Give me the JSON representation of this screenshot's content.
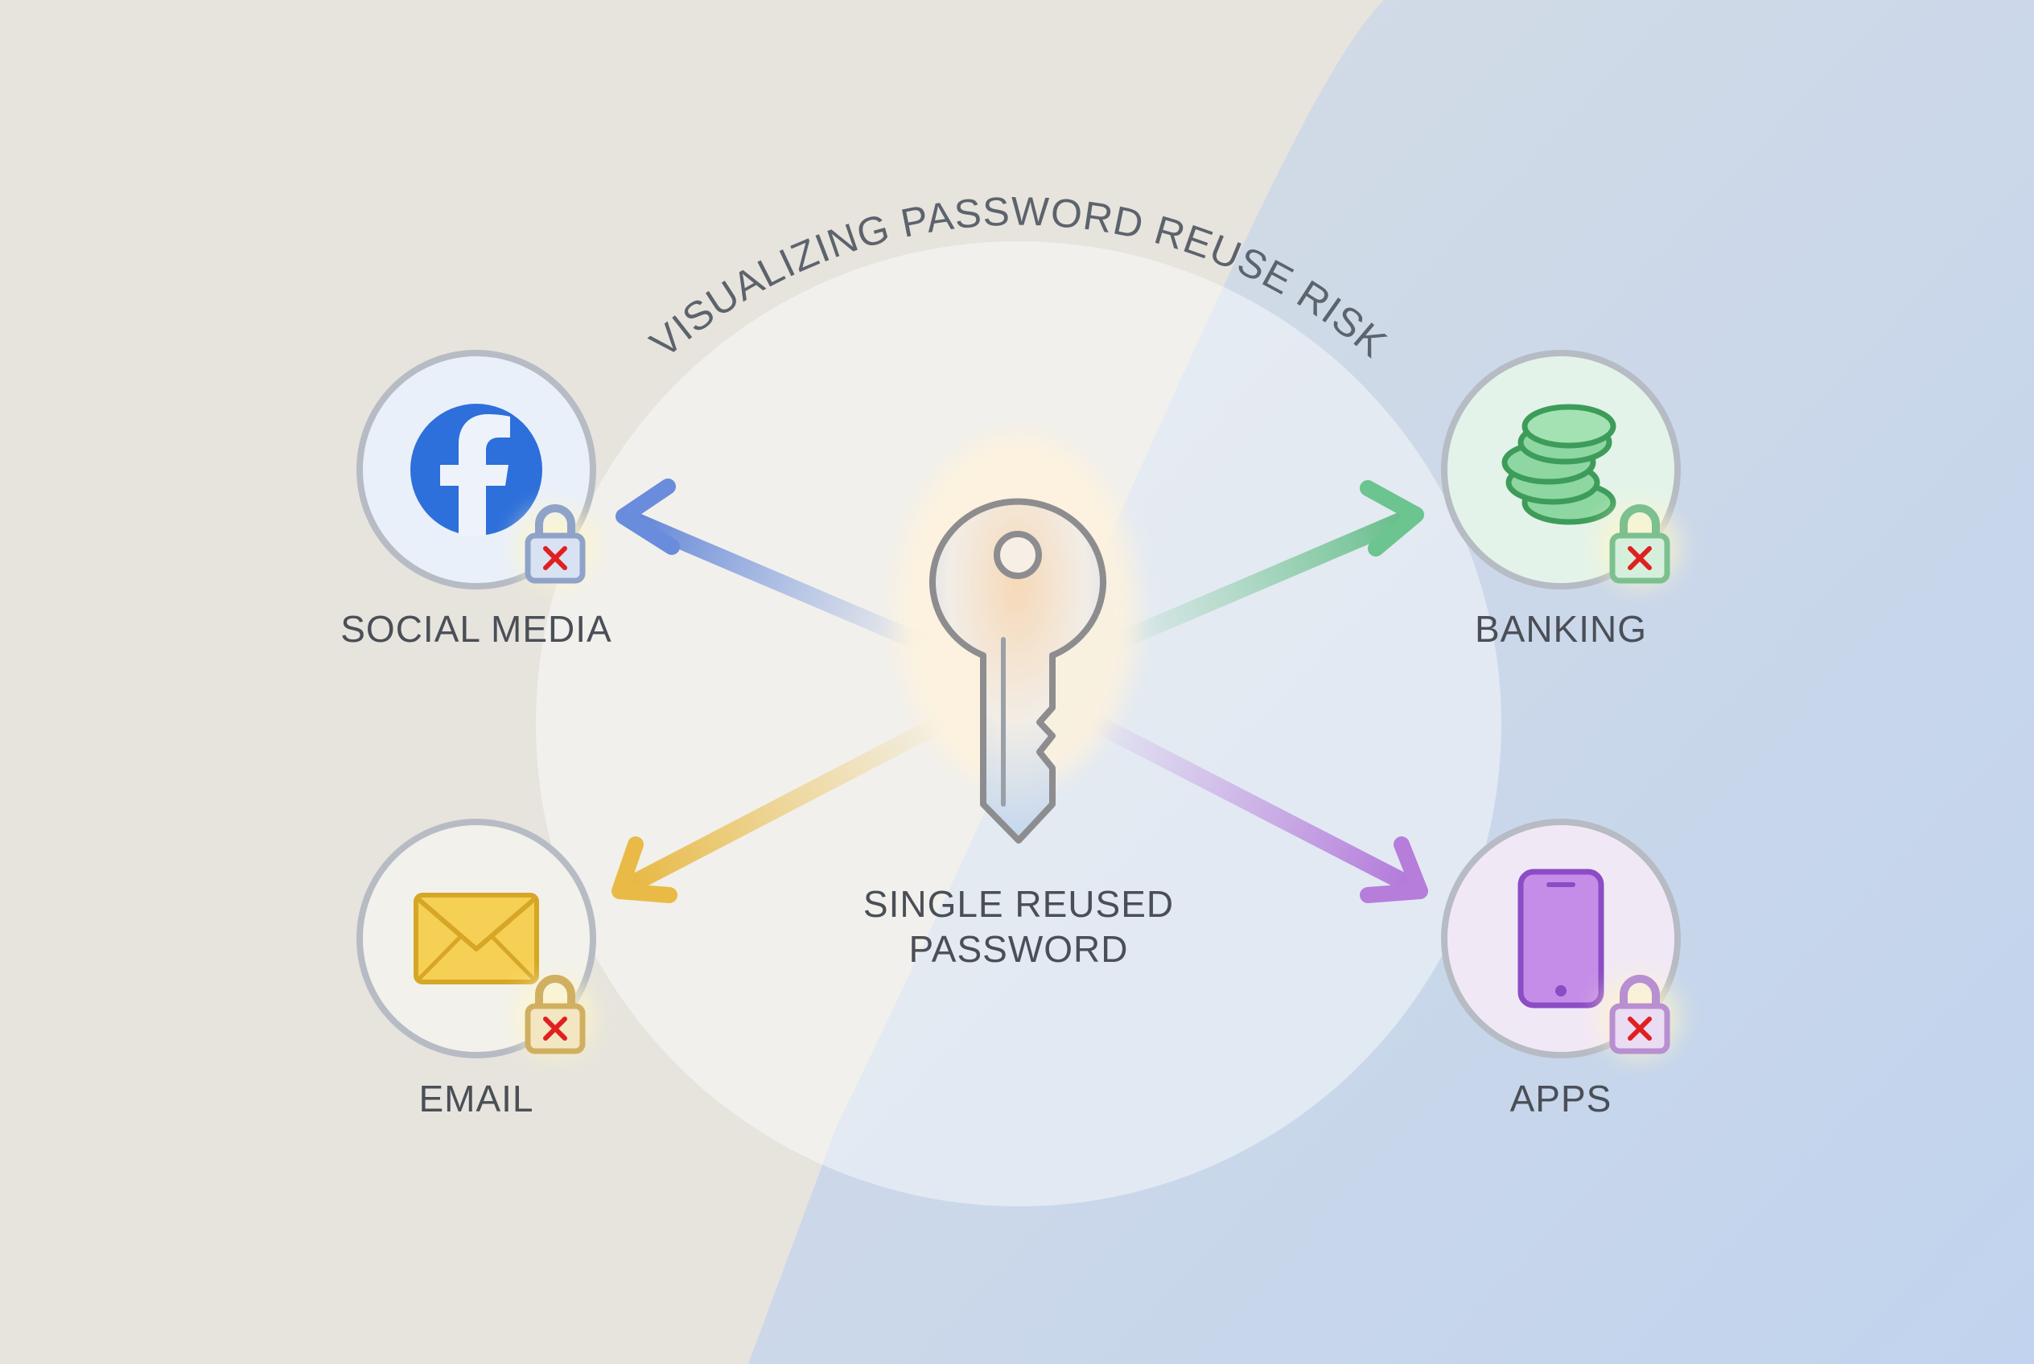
{
  "title": "VISUALIZING PASSWORD REUSE RISK",
  "center": {
    "line1": "SINGLE REUSED",
    "line2": "PASSWORD",
    "icon": "key-icon"
  },
  "services": [
    {
      "label": "SOCIAL MEDIA",
      "icon": "facebook-icon",
      "color": "#2d6fdb"
    },
    {
      "label": "BANKING",
      "icon": "coins-icon",
      "color": "#3e9c5a"
    },
    {
      "label": "EMAIL",
      "icon": "envelope-icon",
      "color": "#e0b22e"
    },
    {
      "label": "APPS",
      "icon": "smartphone-icon",
      "color": "#9a5fd0"
    }
  ],
  "status_icon": "locked-breach-icon"
}
